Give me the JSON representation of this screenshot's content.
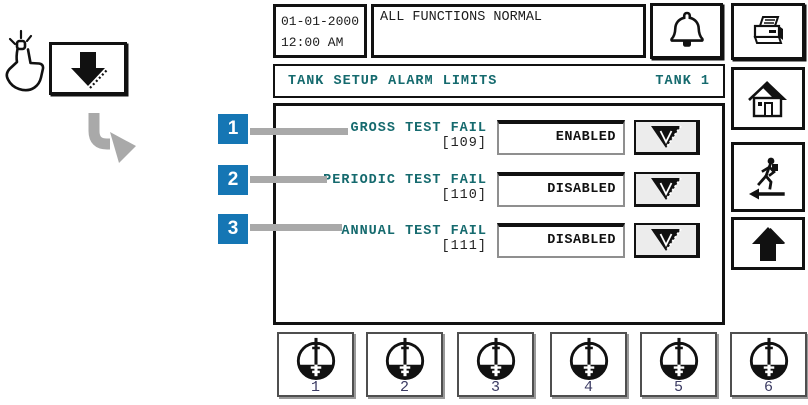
{
  "guide": {
    "tap_icon": "touch-hand",
    "button_icon": "down-arrow",
    "flow_arrow_icon": "curved-down-arrow"
  },
  "header": {
    "date": "01-01-2000",
    "time": "12:00 AM",
    "status": "ALL FUNCTIONS NORMAL",
    "alarm_icon": "bell"
  },
  "title_bar": {
    "title": "TANK SETUP ALARM LIMITS",
    "tank_label": "TANK 1"
  },
  "callouts": [
    {
      "number": "1"
    },
    {
      "number": "2"
    },
    {
      "number": "3"
    }
  ],
  "settings": [
    {
      "label": "GROSS TEST FAIL",
      "code": "[109]",
      "value": "ENABLED",
      "dropdown_icon": "down-triangle"
    },
    {
      "label": "PERIODIC TEST FAIL",
      "code": "[110]",
      "value": "DISABLED",
      "dropdown_icon": "down-triangle"
    },
    {
      "label": "ANNUAL TEST FAIL",
      "code": "[111]",
      "value": "DISABLED",
      "dropdown_icon": "down-triangle"
    }
  ],
  "side_buttons": [
    {
      "icon": "printer"
    },
    {
      "icon": "home"
    },
    {
      "icon": "walk-exit"
    },
    {
      "icon": "up-arrow"
    }
  ],
  "tank_buttons": [
    {
      "number": "1"
    },
    {
      "number": "2"
    },
    {
      "number": "3"
    },
    {
      "number": "4"
    },
    {
      "number": "5"
    },
    {
      "number": "6"
    }
  ],
  "colors": {
    "teal_text": "#156a6e",
    "callout_blue": "#1576b4",
    "leader_gray": "#a9a9a9",
    "tank_number_navy": "#3b3b63"
  }
}
